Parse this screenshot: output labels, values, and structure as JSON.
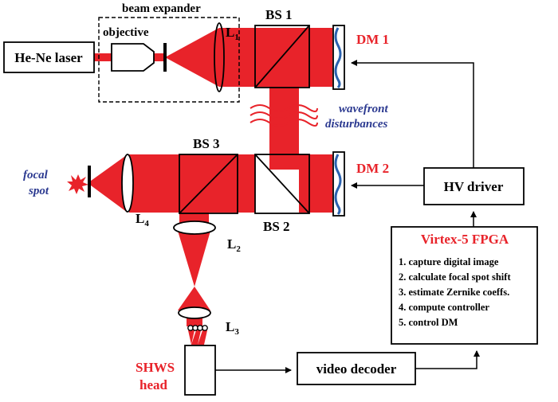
{
  "colors": {
    "beam": "#e8232a",
    "label_red": "#e8232a",
    "label_blue": "#2b3990",
    "mirror_blue": "#2a62b0",
    "line": "#000000"
  },
  "laser": {
    "label": "He-Ne laser"
  },
  "beam_expander": {
    "title": "beam expander",
    "objective_label": "objective"
  },
  "lenses": {
    "l1": {
      "main": "L",
      "sub": "1"
    },
    "l2": {
      "main": "L",
      "sub": "2"
    },
    "l3": {
      "main": "L",
      "sub": "3"
    },
    "l4": {
      "main": "L",
      "sub": "4"
    }
  },
  "beam_splitters": {
    "bs1": "BS 1",
    "bs2": "BS 2",
    "bs3": "BS 3"
  },
  "mirrors": {
    "dm1": "DM 1",
    "dm2": "DM 2"
  },
  "disturbance": {
    "line1": "wavefront",
    "line2": "disturbances"
  },
  "focal_spot": {
    "line1": "focal",
    "line2": "spot"
  },
  "hv_driver": {
    "label": "HV driver"
  },
  "fpga": {
    "title": "Virtex-5 FPGA",
    "steps": [
      "1.  capture digital image",
      "2.  calculate focal spot shift",
      "3.  estimate Zernike coeffs.",
      "4.  compute controller",
      "5.  control DM"
    ]
  },
  "shws": {
    "line1": "SHWS",
    "line2": "head"
  },
  "video_decoder": {
    "label": "video decoder"
  }
}
